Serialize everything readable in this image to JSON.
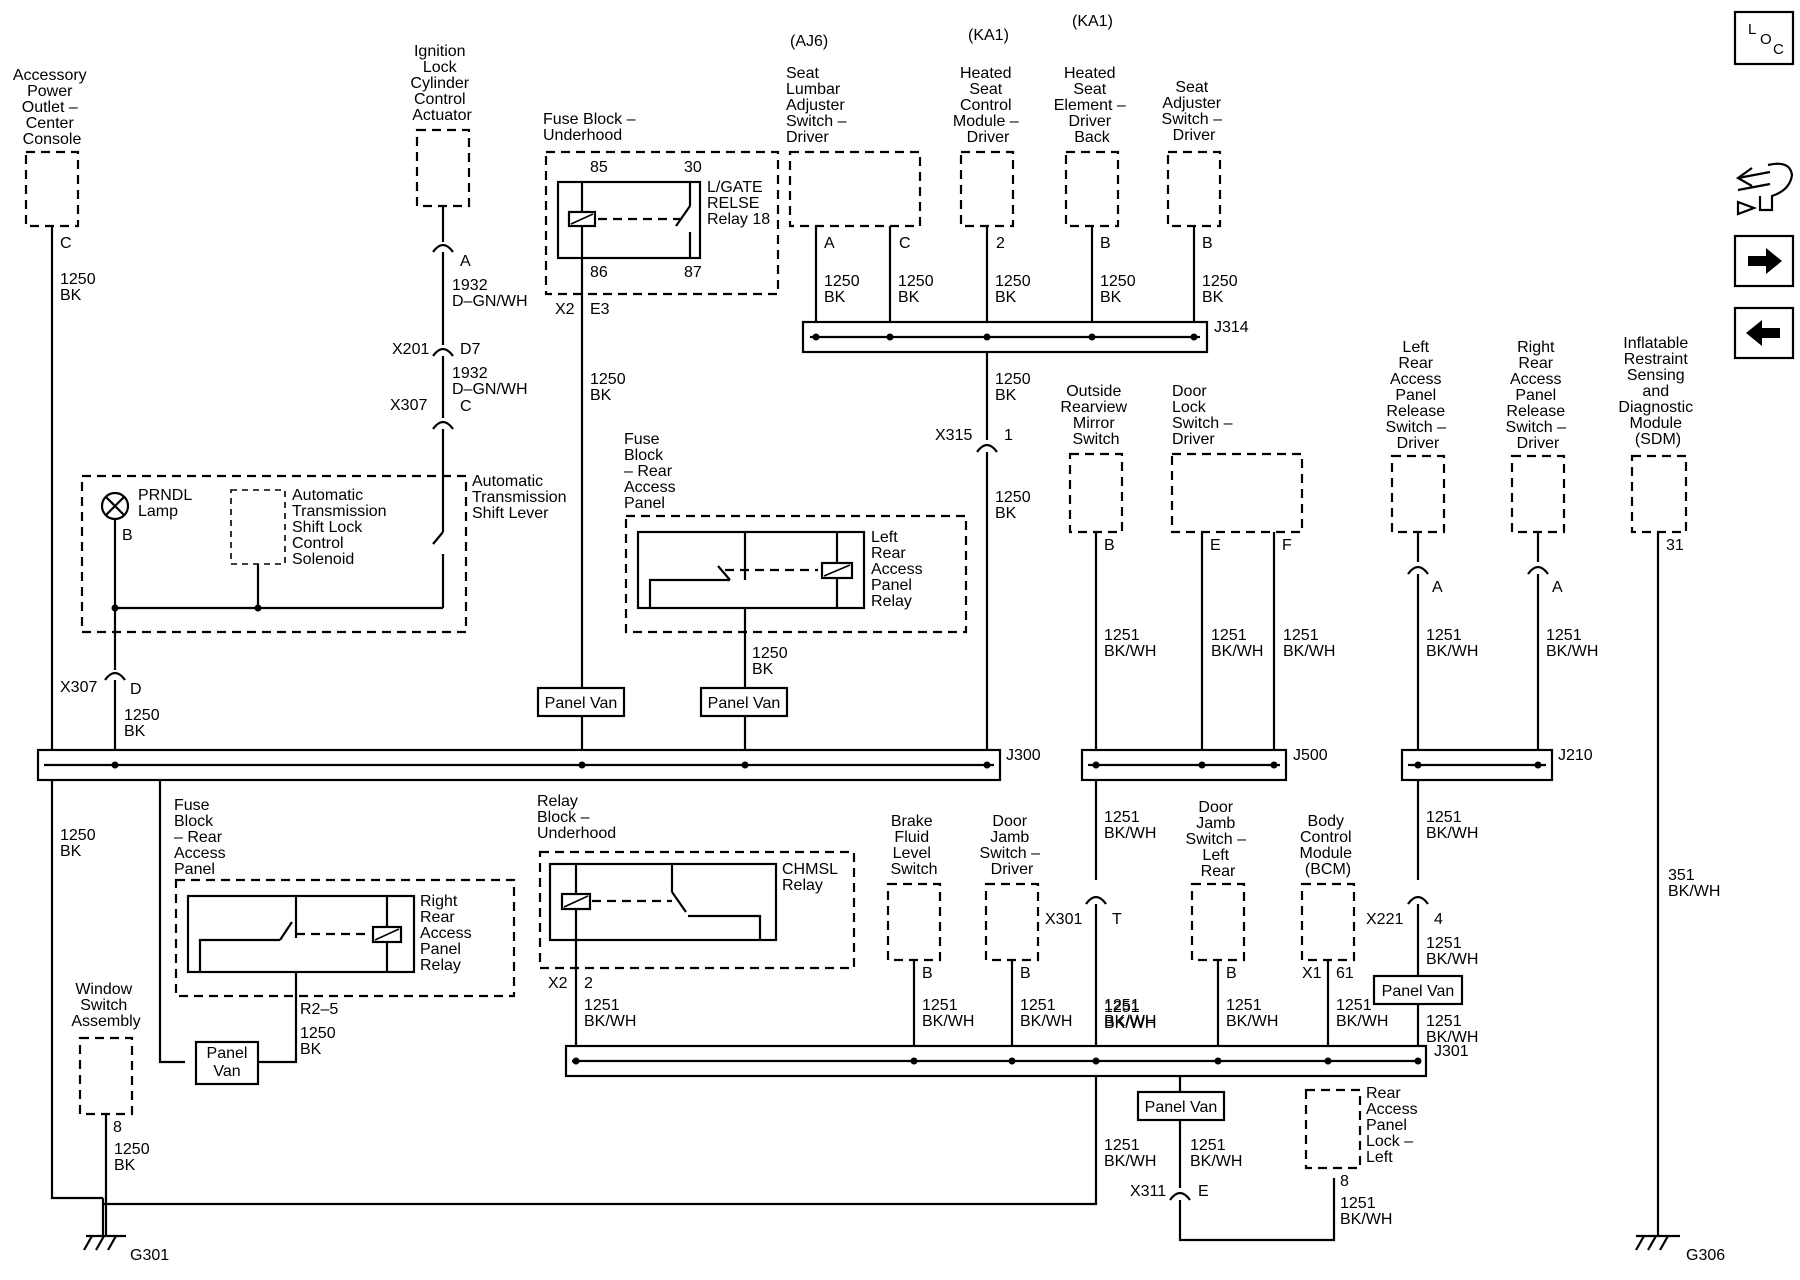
{
  "components": {
    "accessory_power": [
      "Accessory",
      "Power",
      "Outlet –",
      "Center",
      "Console"
    ],
    "ignition_lock": [
      "Ignition",
      "Lock",
      "Cylinder",
      "Control",
      "Actuator"
    ],
    "fuse_block_underhood": [
      "Fuse Block –",
      "Underhood"
    ],
    "lgate_relay": [
      "L/GATE",
      "RELSE",
      "Relay 18"
    ],
    "seat_lumbar": [
      "Seat",
      "Lumbar",
      "Adjuster",
      "Switch –",
      "Driver"
    ],
    "heated_seat_module": [
      "Heated",
      "Seat",
      "Control",
      "Module –",
      "Driver"
    ],
    "heated_seat_element": [
      "Heated",
      "Seat",
      "Element –",
      "Driver",
      "Back"
    ],
    "seat_adjuster": [
      "Seat",
      "Adjuster",
      "Switch –",
      "Driver"
    ],
    "prndl_lamp": [
      "PRNDL",
      "Lamp"
    ],
    "shift_lock": [
      "Automatic",
      "Transmission",
      "Shift Lock",
      "Control",
      "Solenoid"
    ],
    "shift_lever": [
      "Automatic",
      "Transmission",
      "Shift Lever"
    ],
    "fuse_block_rear_1": [
      "Fuse",
      "Block",
      "– Rear",
      "Access",
      "Panel"
    ],
    "left_rear_relay": [
      "Left",
      "Rear",
      "Access",
      "Panel",
      "Relay"
    ],
    "outside_mirror": [
      "Outside",
      "Rearview",
      "Mirror",
      "Switch"
    ],
    "door_lock_switch": [
      "Door",
      "Lock",
      "Switch –",
      "Driver"
    ],
    "left_rear_release": [
      "Left",
      "Rear",
      "Access",
      "Panel",
      "Release",
      "Switch –",
      "Driver"
    ],
    "right_rear_release": [
      "Right",
      "Rear",
      "Access",
      "Panel",
      "Release",
      "Switch –",
      "Driver"
    ],
    "sdm": [
      "Inflatable",
      "Restraint",
      "Sensing",
      "and",
      "Diagnostic",
      "Module",
      "(SDM)"
    ],
    "fuse_block_rear_2": [
      "Fuse",
      "Block",
      "– Rear",
      "Access",
      "Panel"
    ],
    "right_rear_relay": [
      "Right",
      "Rear",
      "Access",
      "Panel",
      "Relay"
    ],
    "relay_block": [
      "Relay",
      "Block –",
      "Underhood"
    ],
    "chmsl_relay": [
      "CHMSL",
      "Relay"
    ],
    "brake_fluid": [
      "Brake",
      "Fluid",
      "Level",
      "Switch"
    ],
    "door_jamb_driver": [
      "Door",
      "Jamb",
      "Switch –",
      "Driver"
    ],
    "door_jamb_left_rear": [
      "Door",
      "Jamb",
      "Switch –",
      "Left",
      "Rear"
    ],
    "bcm": [
      "Body",
      "Control",
      "Module",
      "(BCM)"
    ],
    "window_switch": [
      "Window",
      "Switch",
      "Assembly"
    ],
    "rear_panel_lock": [
      "Rear",
      "Access",
      "Panel",
      "Lock –",
      "Left"
    ]
  },
  "options": {
    "aj6": "(AJ6)",
    "ka1_a": "(KA1)",
    "ka1_b": "(KA1)"
  },
  "wires": {
    "w1250bk": [
      "1250",
      "BK"
    ],
    "w1932": [
      "1932",
      "D–GN/WH"
    ],
    "w1251": [
      "1251",
      "BK/WH"
    ],
    "w351": [
      "351",
      "BK/WH"
    ]
  },
  "pins": {
    "C": "C",
    "A": "A",
    "D7": "D7",
    "B": "B",
    "E": "E",
    "F": "F",
    "D": "D",
    "T": "T",
    "p85": "85",
    "p30": "30",
    "p86": "86",
    "p87": "87",
    "p2": "2",
    "p1": "1",
    "p31": "31",
    "p4": "4",
    "p8": "8",
    "p61": "61",
    "R2_5": "R2–5",
    "X2": "X2",
    "E3": "E3",
    "X1": "X1"
  },
  "connectors": {
    "X201": "X201",
    "X307": "X307",
    "X315": "X315",
    "X301": "X301",
    "X221": "X221",
    "X311": "X311"
  },
  "splices": {
    "J300": "J300",
    "J314": "J314",
    "J500": "J500",
    "J210": "J210",
    "J301": "J301"
  },
  "grounds": {
    "G301": "G301",
    "G306": "G306"
  },
  "option_tag": "Panel Van",
  "option_tag_split": [
    "Panel",
    "Van"
  ],
  "nav": {
    "loc_L": "L",
    "loc_O": "O",
    "loc_C": "C"
  }
}
